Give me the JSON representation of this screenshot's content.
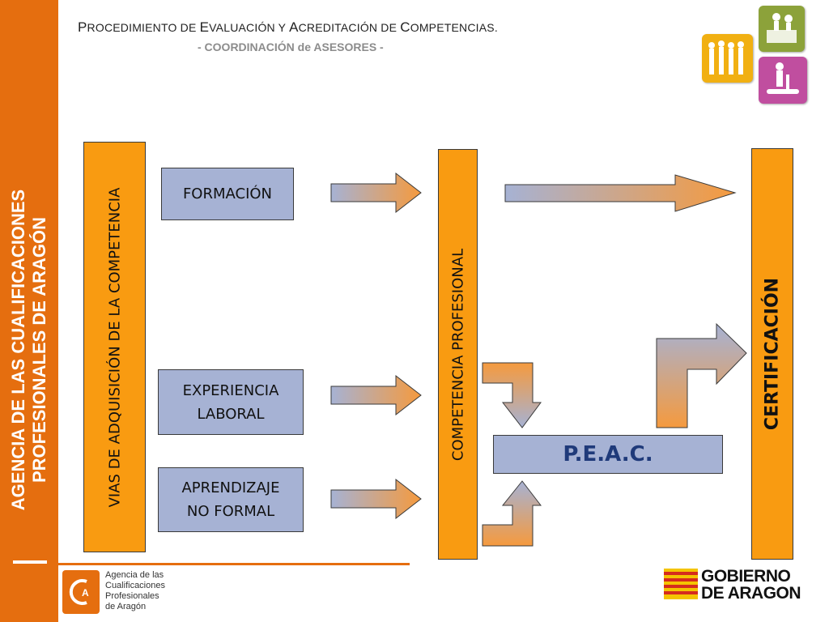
{
  "header": {
    "title_caps": [
      "P",
      "E",
      "A",
      "C"
    ],
    "title_parts": [
      "ROCEDIMIENTO DE ",
      "VALUACIÓN Y ",
      "CREDITACIÓN DE ",
      "OMPETENCIAS."
    ],
    "subtitle": "- COORDINACIÓN de ASESORES -"
  },
  "sidebar": {
    "line1": "AGENCIA DE LAS CUALIFICACIONES",
    "line2": "PROFESIONALES DE ARAGÓN"
  },
  "diagram": {
    "vias_label": "VIAS DE ADQUISICIÓN DE LA COMPETENCIA",
    "sources": [
      "FORMACIÓN",
      "EXPERIENCIA\nLABORAL",
      "APRENDIZAJE\nNO FORMAL"
    ],
    "competencia_label": "COMPETENCIA PROFESIONAL",
    "peac_label": "P.E.A.C.",
    "certificacion_label": "CERTIFICACIÓN"
  },
  "footer": {
    "agency_logo_text": "Agencia de las\nCualificaciones\nProfesionales\nde Aragón",
    "gov_logo_text": "GOBIERNO\nDE ARAGON"
  },
  "colors": {
    "orange": "#f99b11",
    "band_orange": "#e56e0f",
    "blue_box": "#a6b2d4",
    "peac_text": "#1f3a7a"
  },
  "icons": [
    "group-people-icon",
    "speaker-audience-icon",
    "workers-icon"
  ]
}
